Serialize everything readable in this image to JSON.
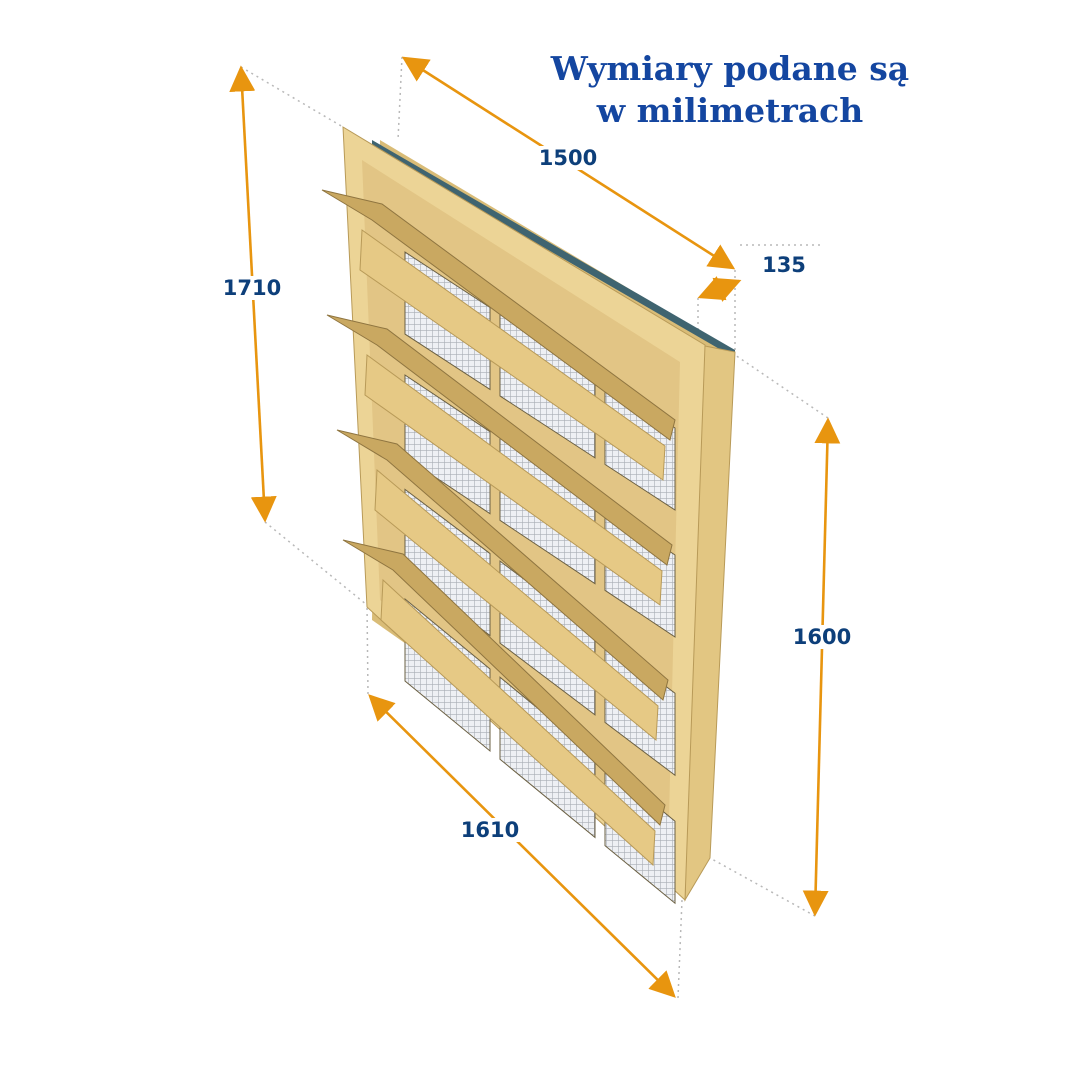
{
  "title": {
    "line1": "Wymiary podane są",
    "line2": "w milimetrach"
  },
  "dimensions": {
    "width_top": "1500",
    "depth": "135",
    "height_left": "1710",
    "height_right": "1600",
    "width_bottom": "1610"
  },
  "colors": {
    "arrow": "#e8950f",
    "label": "#0d3f7a",
    "title": "#1446a0",
    "wood": "#e9cf8f",
    "wood_dark": "#c9a861",
    "seal": "#3f6470"
  }
}
